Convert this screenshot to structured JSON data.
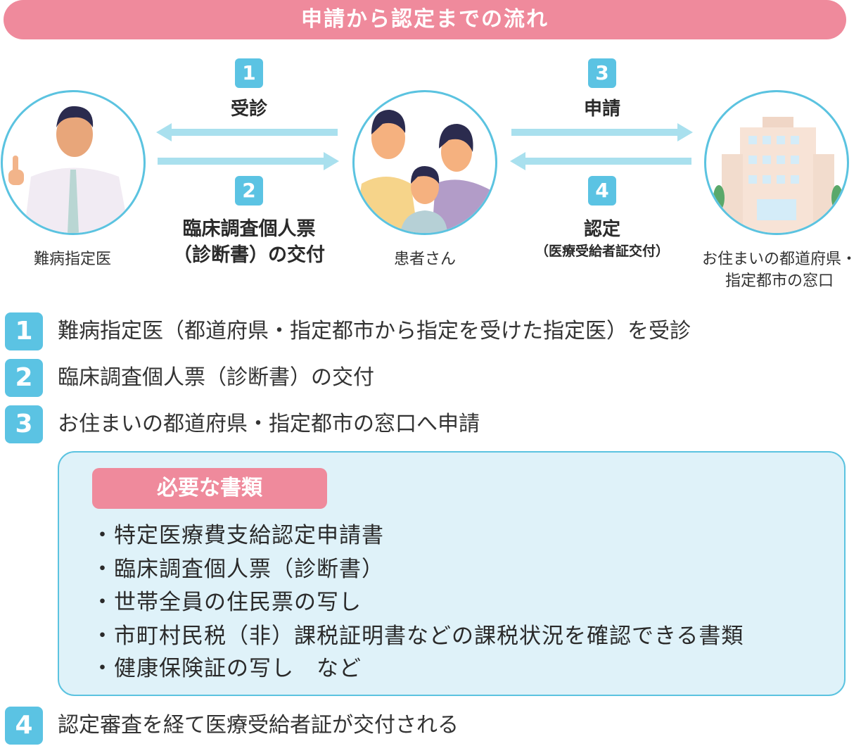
{
  "title": "申請から認定までの流れ",
  "actors": {
    "doctor": "難病指定医",
    "patient": "患者さん",
    "office_line1": "お住まいの都道府県・",
    "office_line2": "指定都市の窓口"
  },
  "flow": [
    {
      "num": "1",
      "label": "受診"
    },
    {
      "num": "2",
      "label_line1": "臨床調査個人票",
      "label_line2": "（診断書）の交付"
    },
    {
      "num": "3",
      "label": "申請"
    },
    {
      "num": "4",
      "label": "認定",
      "sub": "（医療受給者証交付）"
    }
  ],
  "steps": [
    {
      "num": "1",
      "text": "難病指定医（都道府県・指定都市から指定を受けた指定医）を受診"
    },
    {
      "num": "2",
      "text": "臨床調査個人票（診断書）の交付"
    },
    {
      "num": "3",
      "text": "お住まいの都道府県・指定都市の窓口へ申請"
    },
    {
      "num": "4",
      "text": "認定審査を経て医療受給者証が交付される"
    }
  ],
  "documents": {
    "title": "必要な書類",
    "items": [
      "・特定医療費支給認定申請書",
      "・臨床調査個人票（診断書）",
      "・世帯全員の住民票の写し",
      "・市町村民税（非）課税証明書などの課税状況を確認できる書類",
      "・健康保険証の写し　など"
    ]
  },
  "colors": {
    "pink": "#ef8a9c",
    "blue": "#5bc3e3",
    "arrow": "#a9e0ee",
    "box": "#dff2f9"
  }
}
